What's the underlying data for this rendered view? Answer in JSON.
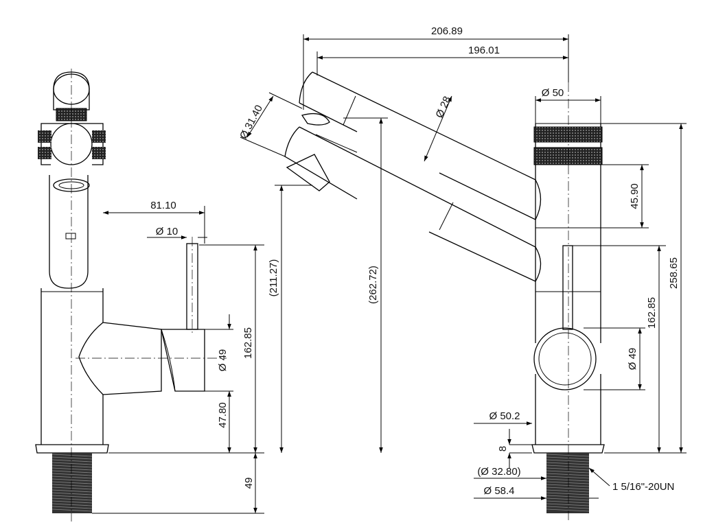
{
  "dimensions": {
    "lever_offset": "81.10",
    "lever_diameter": "Ø 10",
    "handle_height_side": "162.85",
    "knob_diameter_side": "Ø 49",
    "knob_base_height": "47.80",
    "thread_length": "49",
    "overall_width": "206.89",
    "spout_reach": "196.01",
    "spout_diameter": "Ø 28",
    "spray_diameter": "Ø 31.40",
    "spray_outlet_height": "(211.27)",
    "spout_height": "(262.72)",
    "body_diameter": "Ø 50",
    "grip_band_height": "45.90",
    "overall_height": "258.65",
    "handle_height_front": "162.85",
    "knob_diameter_front": "Ø 49",
    "base_diameter": "Ø 50.2",
    "base_height": "8",
    "thread_inner": "(Ø 32.80)",
    "thread_outer": "Ø 58.4",
    "thread_spec": "1 5/16\"-20UN"
  }
}
